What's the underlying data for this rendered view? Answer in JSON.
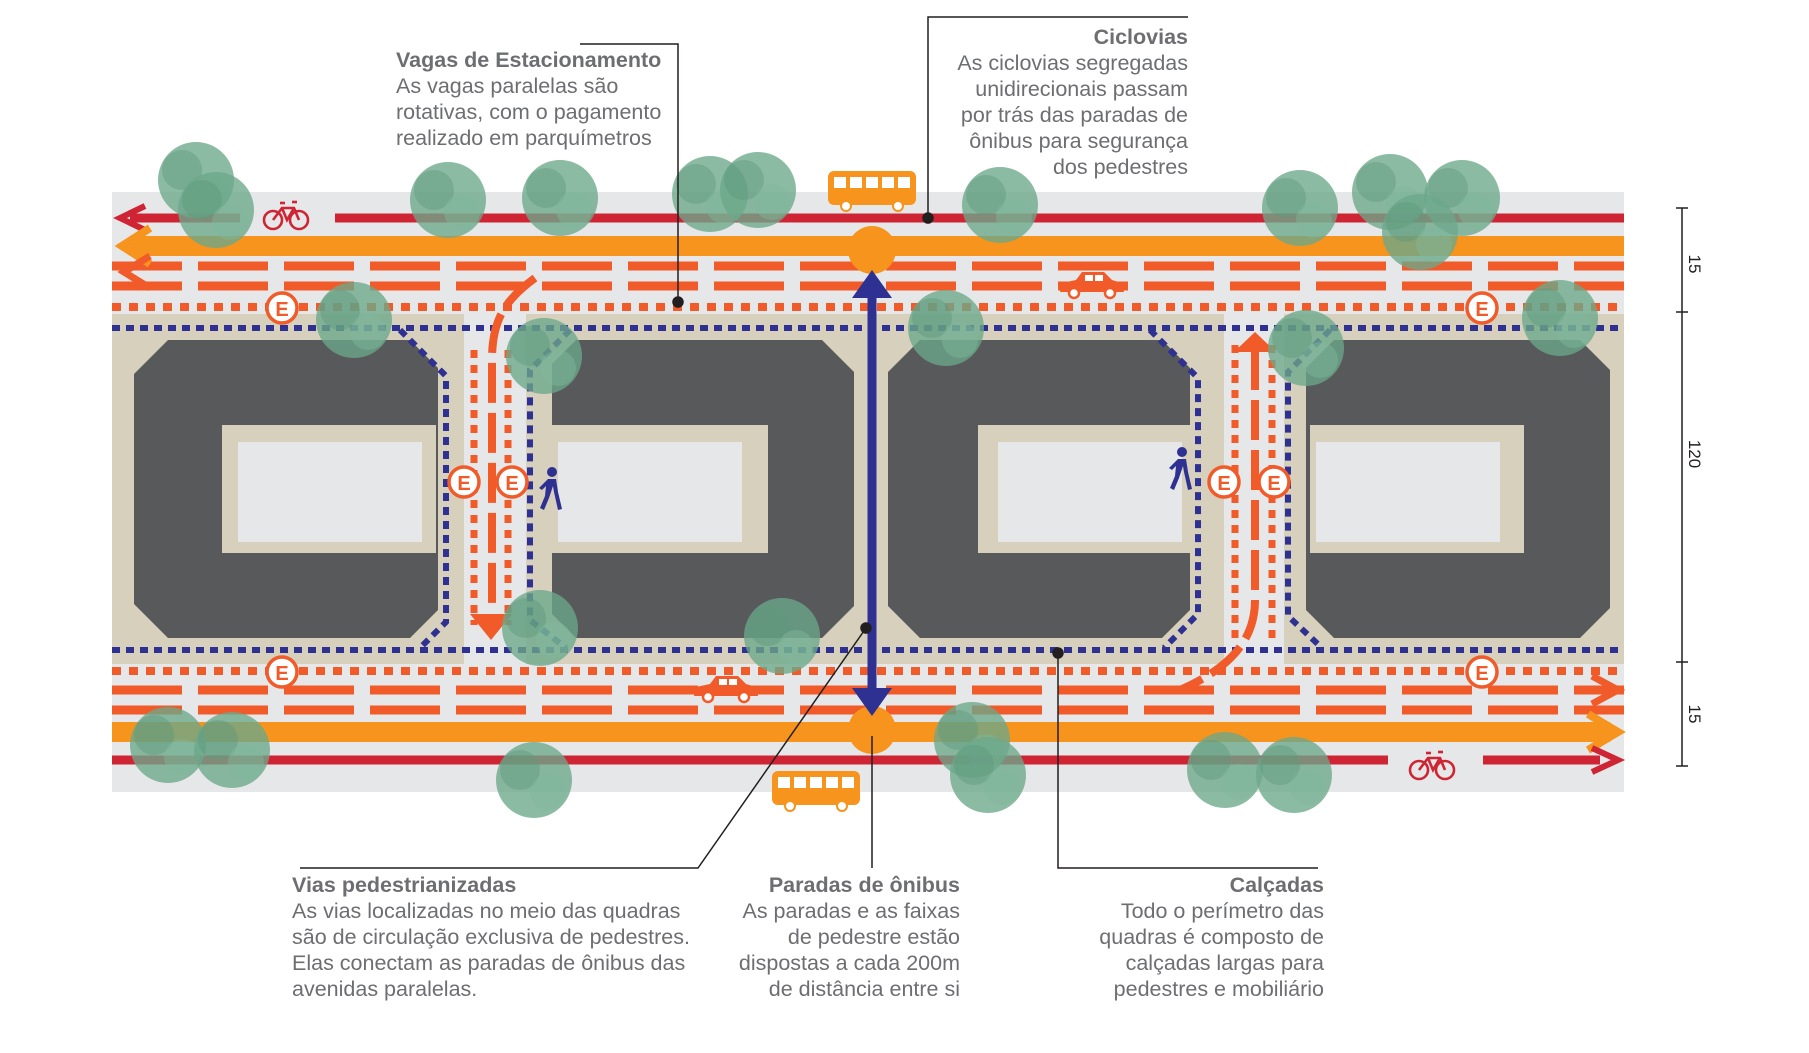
{
  "annotations": {
    "parking": {
      "title": "Vagas de Estacionamento",
      "body": "As vagas paralelas são\nrotativas, com o pagamento\nrealizado em parquímetros"
    },
    "bike_lanes": {
      "title": "Ciclovias",
      "body": "As ciclovias segregadas\nunidirecionais passam\npor trás das paradas de\nônibus para segurança\ndos pedestres"
    },
    "pedestrian_ways": {
      "title": "Vias pedestrianizadas",
      "body": "As vias localizadas no meio das quadras\nsão de circulação exclusiva de pedestres.\nElas conectam as paradas de ônibus das\navenidas paralelas."
    },
    "bus_stops": {
      "title": "Paradas de ônibus",
      "body": "As paradas e as faixas\nde pedestre estão\ndispostas a cada 200m\nde distância entre si"
    },
    "sidewalks": {
      "title": "Calçadas",
      "body": "Todo o perímetro das\nquadras é composto de\ncalçadas largas para\npedestres e mobiliário"
    }
  },
  "dimensions": {
    "top": "15",
    "middle": "120",
    "bottom": "15"
  },
  "parking_symbol": "E",
  "colors": {
    "bike_lane": "#cf2434",
    "bus_lane": "#f7941d",
    "car_lane": "#f15a29",
    "pedestrian": "#2e3192",
    "building": "#58595b",
    "block": "#d6d0bd",
    "courtyard": "#e6e7e8",
    "tree": "#6ba88a",
    "road": "#e6e7e8"
  },
  "icons": [
    "bicycle-icon",
    "bus-icon",
    "car-icon",
    "pedestrian-icon",
    "parking-icon",
    "tree-icon",
    "arrow-icon"
  ]
}
